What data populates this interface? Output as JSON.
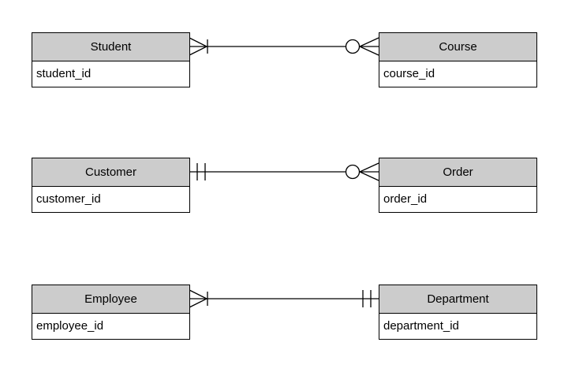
{
  "diagram": {
    "type": "entity-relationship",
    "notation": "crows-foot",
    "entities": [
      {
        "name": "Student",
        "attributes": [
          "student_id"
        ]
      },
      {
        "name": "Course",
        "attributes": [
          "course_id"
        ]
      },
      {
        "name": "Customer",
        "attributes": [
          "customer_id"
        ]
      },
      {
        "name": "Order",
        "attributes": [
          "order_id"
        ]
      },
      {
        "name": "Employee",
        "attributes": [
          "employee_id"
        ]
      },
      {
        "name": "Department",
        "attributes": [
          "department_id"
        ]
      }
    ],
    "relationships": [
      {
        "from": "Student",
        "to": "Course",
        "from_cardinality": "one or many",
        "to_cardinality": "zero or many"
      },
      {
        "from": "Customer",
        "to": "Order",
        "from_cardinality": "exactly one",
        "to_cardinality": "zero or many"
      },
      {
        "from": "Employee",
        "to": "Department",
        "from_cardinality": "one or many",
        "to_cardinality": "exactly one"
      }
    ],
    "colors": {
      "header_fill": "#cccccc",
      "border": "#000000",
      "text": "#000000",
      "background": "#ffffff"
    }
  }
}
